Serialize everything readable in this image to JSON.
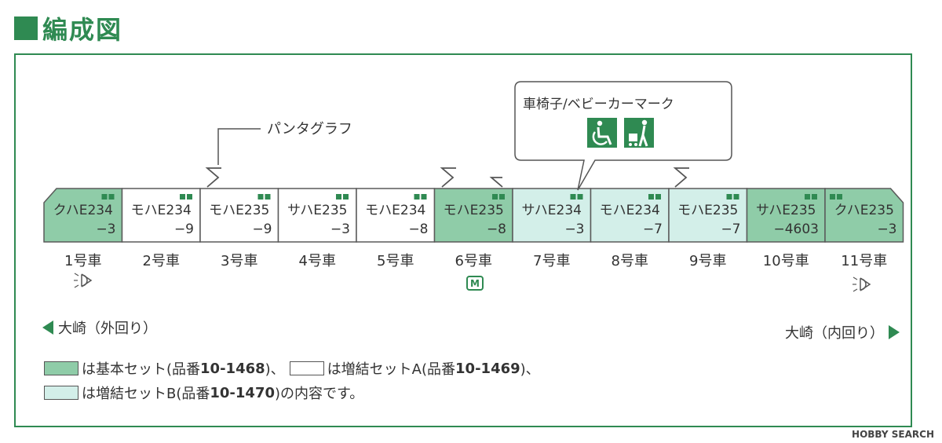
{
  "title": "編成図",
  "colors": {
    "accent": "#2f8a52",
    "basic_set": "#8fcca8",
    "set_a": "#ffffff",
    "set_b": "#d3efe9",
    "outline": "#5a5a5a"
  },
  "callout": {
    "label": "車椅子/ベビーカーマーク",
    "icons": [
      "wheelchair-icon",
      "stroller-icon"
    ]
  },
  "pantograph_label": "パンタグラフ",
  "cars": [
    {
      "name": "クハE234",
      "sub": "−3",
      "label": "1号車",
      "set": "basic"
    },
    {
      "name": "モハE234",
      "sub": "−9",
      "label": "2号車",
      "set": "a"
    },
    {
      "name": "モハE235",
      "sub": "−9",
      "label": "3号車",
      "set": "a"
    },
    {
      "name": "サハE235",
      "sub": "−3",
      "label": "4号車",
      "set": "a"
    },
    {
      "name": "モハE234",
      "sub": "−8",
      "label": "5号車",
      "set": "a"
    },
    {
      "name": "モハE235",
      "sub": "−8",
      "label": "6号車",
      "set": "basic"
    },
    {
      "name": "サハE234",
      "sub": "−3",
      "label": "7号車",
      "set": "b"
    },
    {
      "name": "モハE234",
      "sub": "−7",
      "label": "8号車",
      "set": "b"
    },
    {
      "name": "モハE235",
      "sub": "−7",
      "label": "9号車",
      "set": "b"
    },
    {
      "name": "サハE235",
      "sub": "−4603",
      "label": "10号車",
      "set": "basic"
    },
    {
      "name": "クハE235",
      "sub": "−3",
      "label": "11号車",
      "set": "basic"
    }
  ],
  "motor_mark": "M",
  "direction_left": "大崎（外回り）",
  "direction_right": "大崎（内回り）",
  "legend": {
    "line1_a": "は基本セット(品番",
    "line1_code_a": "10-1468",
    "line1_b": ")、",
    "line1_c": "は増結セットA(品番",
    "line1_code_b": "10-1469",
    "line1_d": ")、",
    "line2_a": "は増結セットB(品番",
    "line2_code": "10-1470",
    "line2_b": ")の内容です。"
  },
  "watermark": "HOBBY SEARCH"
}
